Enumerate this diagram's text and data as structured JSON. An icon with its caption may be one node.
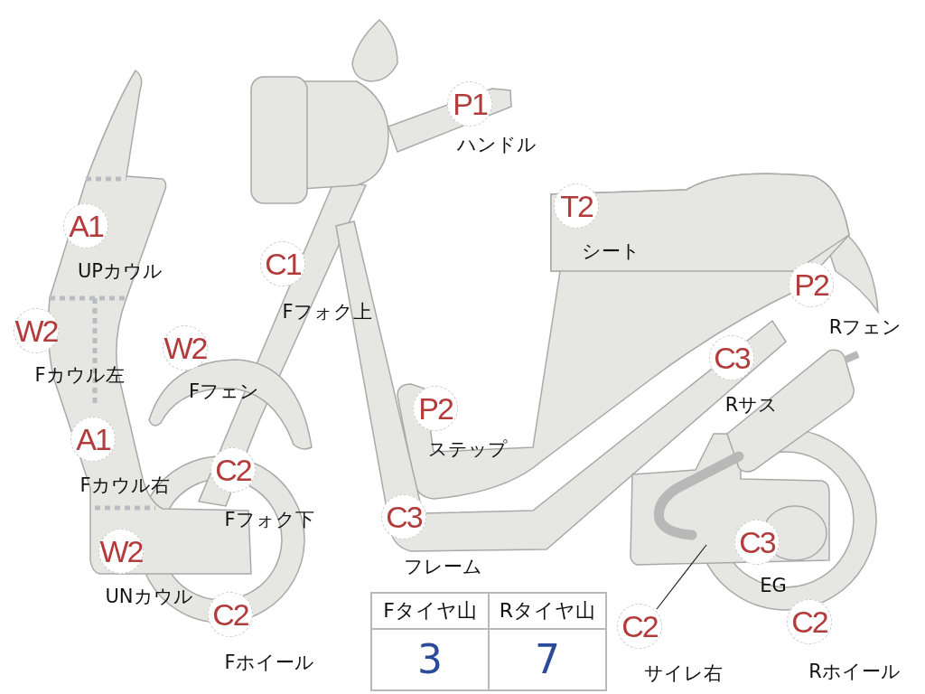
{
  "diagram": {
    "nodes": [
      {
        "text": [
          "A1"
        ],
        "beside": [
          "UPカウル"
        ]
      },
      {
        "text": [
          "W2"
        ],
        "beside": [
          "Fカウル左"
        ]
      },
      {
        "text": [
          "A1"
        ],
        "beside": [
          "Fカウル右"
        ]
      },
      {
        "text": [
          "W2"
        ],
        "beside": [
          "UNカウル"
        ]
      },
      {
        "text": [
          "W2"
        ],
        "beside": [
          "Fフェン"
        ]
      },
      {
        "text": [
          "C1"
        ],
        "beside": [
          "Fフォク上"
        ]
      },
      {
        "text": [
          "C2"
        ],
        "beside": [
          "Fフォク下"
        ]
      },
      {
        "text": [
          "C2"
        ],
        "beside": [
          "Fホイール"
        ]
      },
      {
        "text": [
          "P1"
        ],
        "beside": [
          "ハンドル"
        ]
      },
      {
        "text": [
          "T2"
        ],
        "beside": [
          "シート"
        ]
      },
      {
        "text": [
          "P2"
        ],
        "beside": [
          "ステップ"
        ]
      },
      {
        "text": [
          "C3"
        ],
        "beside": [
          "フレーム"
        ]
      },
      {
        "text": [
          "P2"
        ],
        "beside": [
          "Rフェン"
        ]
      },
      {
        "text": [
          "C3"
        ],
        "beside": [
          "Rサス"
        ]
      },
      {
        "text": [
          "C3"
        ],
        "beside": [
          "EG"
        ]
      },
      {
        "text": [
          "C2"
        ],
        "beside": [
          "サイレ右"
        ]
      },
      {
        "text": [
          "C2"
        ],
        "beside": [
          "Rホイール"
        ]
      },
      {
        "text": [],
        "shape": "picture"
      }
    ],
    "edges": [
      {
        "from": 15,
        "to": 17,
        "arrow": "none"
      }
    ],
    "labels": [
      "Fタイヤ山",
      "Rタイヤ山",
      "3",
      "7"
    ]
  }
}
